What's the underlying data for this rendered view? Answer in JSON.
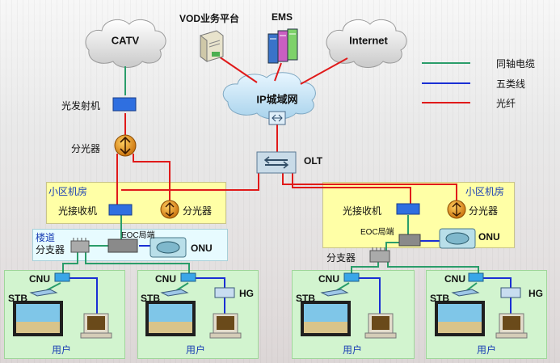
{
  "colors": {
    "coax": "#2a9d6a",
    "cat5": "#1a2fd4",
    "fiber": "#e01a1a",
    "zone_yellow": "#ffffa6",
    "zone_cyan": "#e7fbff",
    "zone_green": "#d2f4cf"
  },
  "clouds": {
    "catv": "CATV",
    "internet": "Internet",
    "metro": "IP城域网"
  },
  "top_labels": {
    "vod": "VOD业务平台",
    "ems": "EMS",
    "olt": "OLT",
    "optical_tx": "光发射机",
    "splitter_top": "分光器"
  },
  "legend": [
    {
      "label": "同轴电缆",
      "color": "#2a9d6a"
    },
    {
      "label": "五类线",
      "color": "#1a2fd4"
    },
    {
      "label": "光纤",
      "color": "#e01a1a"
    }
  ],
  "left_block": {
    "zone_title": "小区机房",
    "receiver": "光接收机",
    "splitter": "分光器",
    "building": "楼道",
    "tap": "分支器",
    "eoc": "EOC局端",
    "onu": "ONU"
  },
  "right_block": {
    "zone_title": "小区机房",
    "receiver": "光接收机",
    "splitter": "分光器",
    "eoc": "EOC局端",
    "onu": "ONU",
    "tap": "分支器"
  },
  "users": [
    {
      "cnu": "CNU",
      "stb": "STB",
      "hg": "",
      "label": "用户"
    },
    {
      "cnu": "CNU",
      "stb": "STB",
      "hg": "HG",
      "label": "用户"
    },
    {
      "cnu": "CNU",
      "stb": "STB",
      "hg": "",
      "label": "用户"
    },
    {
      "cnu": "CNU",
      "stb": "STB",
      "hg": "HG",
      "label": "用户"
    }
  ]
}
